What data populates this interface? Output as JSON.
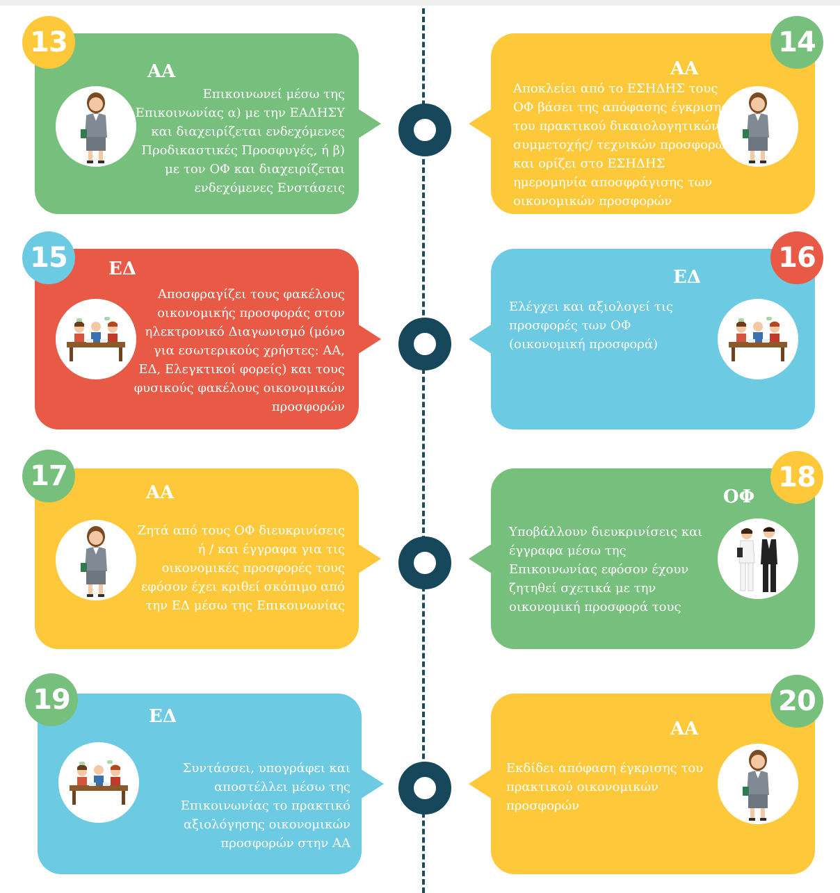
{
  "colors": {
    "green": "#77bf7d",
    "yellow": "#fec83b",
    "red": "#e85a45",
    "blue": "#6ccae2",
    "spine": "#1f4a5c",
    "ring": "#17475a"
  },
  "steps": [
    {
      "number": "13",
      "role": "ΑΑ",
      "text": "Επικοινωνεί μέσω της Επικοινωνίας α) με την ΕΑΔΗΣΥ και διαχειρίζεται ενδεχόμενες Προδικαστικές Προσφυγές, ή β) με τον ΟΦ και διαχειρίζεται ενδεχόμενες Ενστάσεις",
      "icon": "businesswoman-icon"
    },
    {
      "number": "14",
      "role": "ΑΑ",
      "text": "Αποκλείει από το ΕΣΗΔΗΣ τους ΟΦ βάσει της απόφασης έγκρισης του πρακτικού δικαιολογητικών συμμετοχής/ τεχνικών προσφορών και ορίζει στο ΕΣΗΔΗΣ ημερομηνία αποσφράγισης των οικονομικών προσφορών",
      "icon": "businesswoman-icon"
    },
    {
      "number": "15",
      "role": "ΕΔ",
      "text": "Αποσφραγίζει τους φακέλους οικονομικής προσφοράς  στον ηλεκτρονικό Διαγωνισμό (μόνο για εσωτερικούς χρήστες: ΑΑ, ΕΔ, Ελεγκτικοί φορείς) και τους φυσικούς φακέλους οικονομικών προσφορών",
      "icon": "committee-meeting-icon"
    },
    {
      "number": "16",
      "role": "ΕΔ",
      "text": "Ελέγχει και αξιολογεί τις προσφορές των ΟΦ (οικονομική προσφορά)",
      "icon": "committee-meeting-icon"
    },
    {
      "number": "17",
      "role": "ΑΑ",
      "text": "Ζητά  από τους ΟΦ διευκρινίσεις ή / και έγγραφα για τις οικονομικές προσφορές τους εφόσον έχει κριθεί σκόπιμο από την ΕΔ μέσω της Επικοινωνίας",
      "icon": "businesswoman-icon"
    },
    {
      "number": "18",
      "role": "ΟΦ",
      "text": "Υποβάλλουν διευκρινίσεις και έγγραφα μέσω της Επικοινωνίας εφόσον έχουν ζητηθεί σχετικά με την οικονομική προσφορά τους",
      "icon": "business-couple-icon"
    },
    {
      "number": "19",
      "role": "ΕΔ",
      "text": "Συντάσσει, υπογράφει και αποστέλλει μέσω της Επικοινωνίας το πρακτικό αξιολόγησης οικονομικών προσφορών στην ΑΑ",
      "icon": "committee-meeting-icon"
    },
    {
      "number": "20",
      "role": "ΑΑ",
      "text": "Εκδίδει απόφαση έγκρισης του πρακτικού οικονομικών προσφορών",
      "icon": "businesswoman-icon"
    }
  ]
}
